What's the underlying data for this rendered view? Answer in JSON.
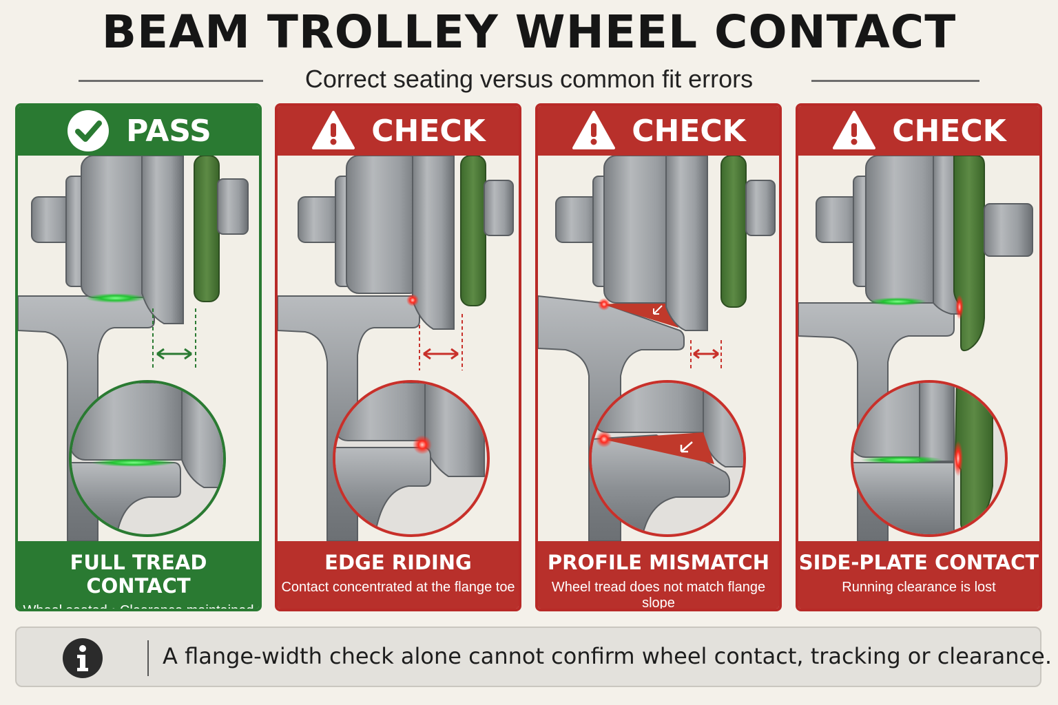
{
  "header": {
    "title": "BEAM TROLLEY WHEEL CONTACT",
    "subtitle": "Correct seating versus common fit errors"
  },
  "colors": {
    "pass": "#2a7a32",
    "check": "#b8302b",
    "steel": "#8e9296",
    "side_plate": "#4f7d3a",
    "background": "#f4f1ea"
  },
  "panels": [
    {
      "status": "PASS",
      "icon": "checkmark-icon",
      "title": "FULL TREAD CONTACT",
      "subtitle": "Wheel seated • Clearance maintained"
    },
    {
      "status": "CHECK",
      "icon": "warning-icon",
      "title": "EDGE RIDING",
      "subtitle": "Contact concentrated at the flange toe"
    },
    {
      "status": "CHECK",
      "icon": "warning-icon",
      "title": "PROFILE MISMATCH",
      "subtitle": "Wheel tread does not match flange slope"
    },
    {
      "status": "CHECK",
      "icon": "warning-icon",
      "title": "SIDE-PLATE CONTACT",
      "subtitle": "Running clearance is lost"
    }
  ],
  "note": {
    "icon": "info-icon",
    "text": "A flange-width check alone cannot confirm wheel contact, tracking or clearance."
  }
}
